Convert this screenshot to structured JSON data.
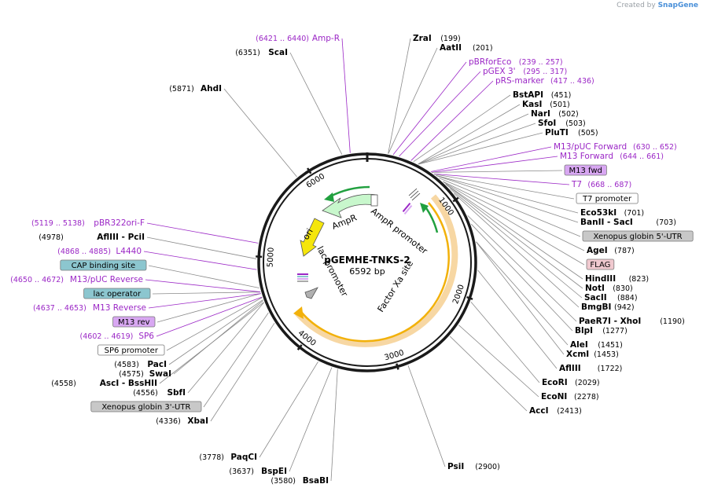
{
  "credit": {
    "prefix": "Created by",
    "brand": "SnapGene"
  },
  "plasmid": {
    "name": "pGEMHE-TNKS-2",
    "length_label": "6592 bp",
    "length": 6592
  },
  "colors": {
    "backbone": "#1a1a1a",
    "primer": "#9b27c6",
    "enzyme": "#000000",
    "coord": "#000000",
    "feature_gold": "#f2b10a",
    "feature_gold_glow": "#f7d7a3",
    "feature_green": "#21a03f",
    "ampR": "#c8f7cc",
    "ori": "#f5e60c",
    "lac_promoter": "#b0b0b0",
    "box_teal": "#8cc6cf",
    "box_gray": "#c8c8c8",
    "box_pink": "#f0c9cf",
    "box_purple": "#d8a7f2",
    "box_white": "#ffffff",
    "leader": "#8a8a8a"
  },
  "ticks": [
    {
      "pos": 1000,
      "label": "1000"
    },
    {
      "pos": 2000,
      "label": "2000"
    },
    {
      "pos": 3000,
      "label": "3000"
    },
    {
      "pos": 4000,
      "label": "4000"
    },
    {
      "pos": 5000,
      "label": "5000"
    },
    {
      "pos": 6000,
      "label": "6000"
    }
  ],
  "inner_labels": [
    {
      "text": "AmpR promoter"
    },
    {
      "text": "AmpR"
    },
    {
      "text": "ori"
    },
    {
      "text": "lac promoter"
    },
    {
      "text": "Factor Xa site"
    }
  ],
  "right_labels": [
    {
      "kind": "enzyme",
      "name": "ZraI",
      "coord": "(199)",
      "pos": 199
    },
    {
      "kind": "enzyme",
      "name": "AatII",
      "coord": "(201)",
      "pos": 201
    },
    {
      "kind": "primer",
      "name": "pBRforEco",
      "coord": "(239 .. 257)",
      "pos": 248
    },
    {
      "kind": "primer",
      "name": "pGEX 3'",
      "coord": "(295 .. 317)",
      "pos": 306
    },
    {
      "kind": "primer",
      "name": "pRS-marker",
      "coord": "(417 .. 436)",
      "pos": 426
    },
    {
      "kind": "enzyme",
      "name": "BstAPI",
      "coord": "(451)",
      "pos": 451
    },
    {
      "kind": "enzyme",
      "name": "KasI",
      "coord": "(501)",
      "pos": 501
    },
    {
      "kind": "enzyme",
      "name": "NarI",
      "coord": "(502)",
      "pos": 502
    },
    {
      "kind": "enzyme",
      "name": "SfoI",
      "coord": "(503)",
      "pos": 503
    },
    {
      "kind": "enzyme",
      "name": "PluTI",
      "coord": "(505)",
      "pos": 505
    },
    {
      "kind": "primer",
      "name": "M13/pUC Forward",
      "coord": "(630 .. 652)",
      "pos": 641
    },
    {
      "kind": "primer",
      "name": "M13 Forward",
      "coord": "(644 .. 661)",
      "pos": 652
    },
    {
      "kind": "box",
      "name": "M13 fwd",
      "style": "box_purple",
      "pos": 652
    },
    {
      "kind": "primer",
      "name": "T7",
      "coord": "(668 .. 687)",
      "pos": 677
    },
    {
      "kind": "box",
      "name": "T7 promoter",
      "style": "box_white",
      "pos": 680
    },
    {
      "kind": "enzyme",
      "name": "Eco53kI",
      "coord": "(701)",
      "pos": 701
    },
    {
      "kind": "enzyme",
      "name": "BanII  - SacI",
      "coord": "(703)",
      "pos": 703
    },
    {
      "kind": "box",
      "name": "Xenopus globin 5'-UTR",
      "style": "box_gray",
      "pos": 740
    },
    {
      "kind": "enzyme",
      "name": "AgeI",
      "coord": "(787)",
      "pos": 787
    },
    {
      "kind": "box",
      "name": "FLAG",
      "style": "box_pink",
      "pos": 800
    },
    {
      "kind": "enzyme",
      "name": "HindIII",
      "coord": "(823)",
      "pos": 823
    },
    {
      "kind": "enzyme",
      "name": "NotI",
      "coord": "(830)",
      "pos": 830
    },
    {
      "kind": "enzyme",
      "name": "SacII",
      "coord": "(884)",
      "pos": 884
    },
    {
      "kind": "enzyme",
      "name": "BmgBI",
      "coord": "(942)",
      "pos": 942
    },
    {
      "kind": "enzyme",
      "name": "PaeR7I  - XhoI",
      "coord": "(1190)",
      "pos": 1190
    },
    {
      "kind": "enzyme",
      "name": "BlpI",
      "coord": "(1277)",
      "pos": 1277
    },
    {
      "kind": "enzyme",
      "name": "AleI",
      "coord": "(1451)",
      "pos": 1451
    },
    {
      "kind": "enzyme",
      "name": "XcmI",
      "coord": "(1453)",
      "pos": 1453
    },
    {
      "kind": "enzyme",
      "name": "AflIII",
      "coord": "(1722)",
      "pos": 1722
    },
    {
      "kind": "enzyme",
      "name": "EcoRI",
      "coord": "(2029)",
      "pos": 2029
    },
    {
      "kind": "enzyme",
      "name": "EcoNI",
      "coord": "(2278)",
      "pos": 2278
    },
    {
      "kind": "enzyme",
      "name": "AccI",
      "coord": "(2413)",
      "pos": 2413
    },
    {
      "kind": "enzyme",
      "name": "PsiI",
      "coord": "(2900)",
      "pos": 2900
    }
  ],
  "left_labels": [
    {
      "kind": "enzyme",
      "name": "BsaBI",
      "coord": "(3580)",
      "pos": 3580
    },
    {
      "kind": "enzyme",
      "name": "BspEI",
      "coord": "(3637)",
      "pos": 3637
    },
    {
      "kind": "enzyme",
      "name": "PaqCI",
      "coord": "(3778)",
      "pos": 3778
    },
    {
      "kind": "enzyme",
      "name": "XbaI",
      "coord": "(4336)",
      "pos": 4336
    },
    {
      "kind": "box",
      "name": "Xenopus globin 3'-UTR",
      "style": "box_gray",
      "pos": 4450
    },
    {
      "kind": "enzyme",
      "name": "SbfI",
      "coord": "(4556)",
      "pos": 4556
    },
    {
      "kind": "enzyme",
      "name": "AscI  - BssHII",
      "coord": "(4558)",
      "pos": 4558
    },
    {
      "kind": "enzyme",
      "name": "SwaI",
      "coord": "(4575)",
      "pos": 4575
    },
    {
      "kind": "enzyme",
      "name": "PacI",
      "coord": "(4583)",
      "pos": 4583
    },
    {
      "kind": "box",
      "name": "SP6 promoter",
      "style": "box_white",
      "pos": 4605
    },
    {
      "kind": "primer",
      "name": "SP6",
      "coord": "(4602 .. 4619)",
      "pos": 4610
    },
    {
      "kind": "box",
      "name": "M13 rev",
      "style": "box_purple",
      "pos": 4645
    },
    {
      "kind": "primer",
      "name": "M13 Reverse",
      "coord": "(4637 .. 4653)",
      "pos": 4645
    },
    {
      "kind": "box",
      "name": "lac operator",
      "style": "box_teal",
      "pos": 4660
    },
    {
      "kind": "primer",
      "name": "M13/pUC Reverse",
      "coord": "(4650 .. 4672)",
      "pos": 4661
    },
    {
      "kind": "box",
      "name": "CAP binding site",
      "style": "box_teal",
      "pos": 4700
    },
    {
      "kind": "primer",
      "name": "L4440",
      "coord": "(4868 .. 4885)",
      "pos": 4876
    },
    {
      "kind": "enzyme",
      "name": "AflIII  - PciI",
      "coord": "(4978)",
      "pos": 4978
    },
    {
      "kind": "primer",
      "name": "pBR322ori-F",
      "coord": "(5119 .. 5138)",
      "pos": 5128
    },
    {
      "kind": "enzyme",
      "name": "AhdI",
      "coord": "(5871)",
      "pos": 5871
    },
    {
      "kind": "enzyme",
      "name": "ScaI",
      "coord": "(6351)",
      "pos": 6351
    },
    {
      "kind": "primer",
      "name": "Amp-R",
      "coord": "(6421 .. 6440)",
      "pos": 6430
    }
  ]
}
